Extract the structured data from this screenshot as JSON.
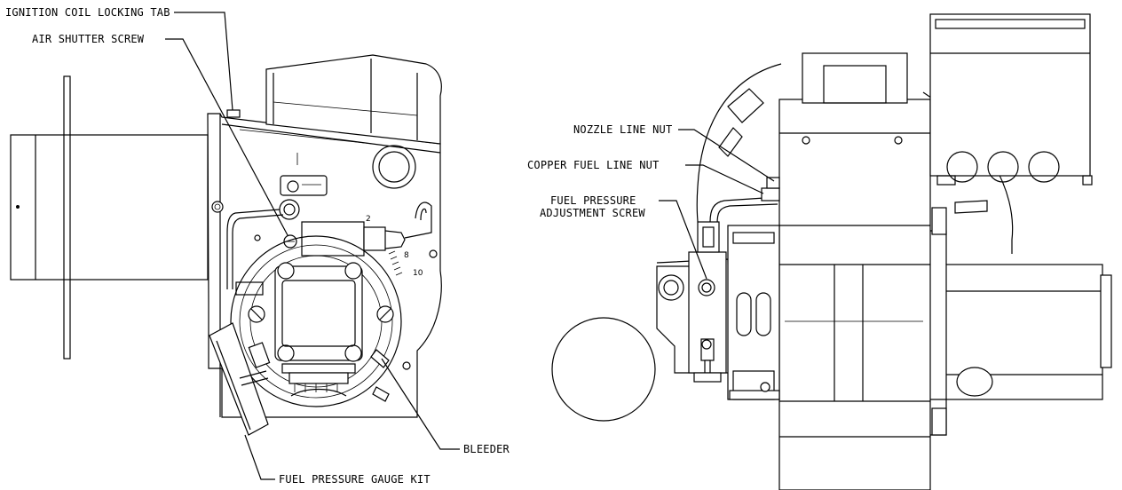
{
  "labels": {
    "ignition_coil_locking_tab": "IGNITION COIL LOCKING TAB",
    "air_shutter_screw": "AIR SHUTTER SCREW",
    "bleeder": "BLEEDER",
    "fuel_pressure_gauge_kit": "FUEL PRESSURE GAUGE KIT",
    "nozzle_line_nut": "NOZZLE LINE NUT",
    "copper_fuel_line_nut": "COPPER FUEL LINE NUT",
    "fuel_pressure_line1": "FUEL PRESSURE",
    "fuel_pressure_line2": "ADJUSTMENT SCREW"
  },
  "dial_marks": [
    "2",
    "8",
    "10"
  ]
}
